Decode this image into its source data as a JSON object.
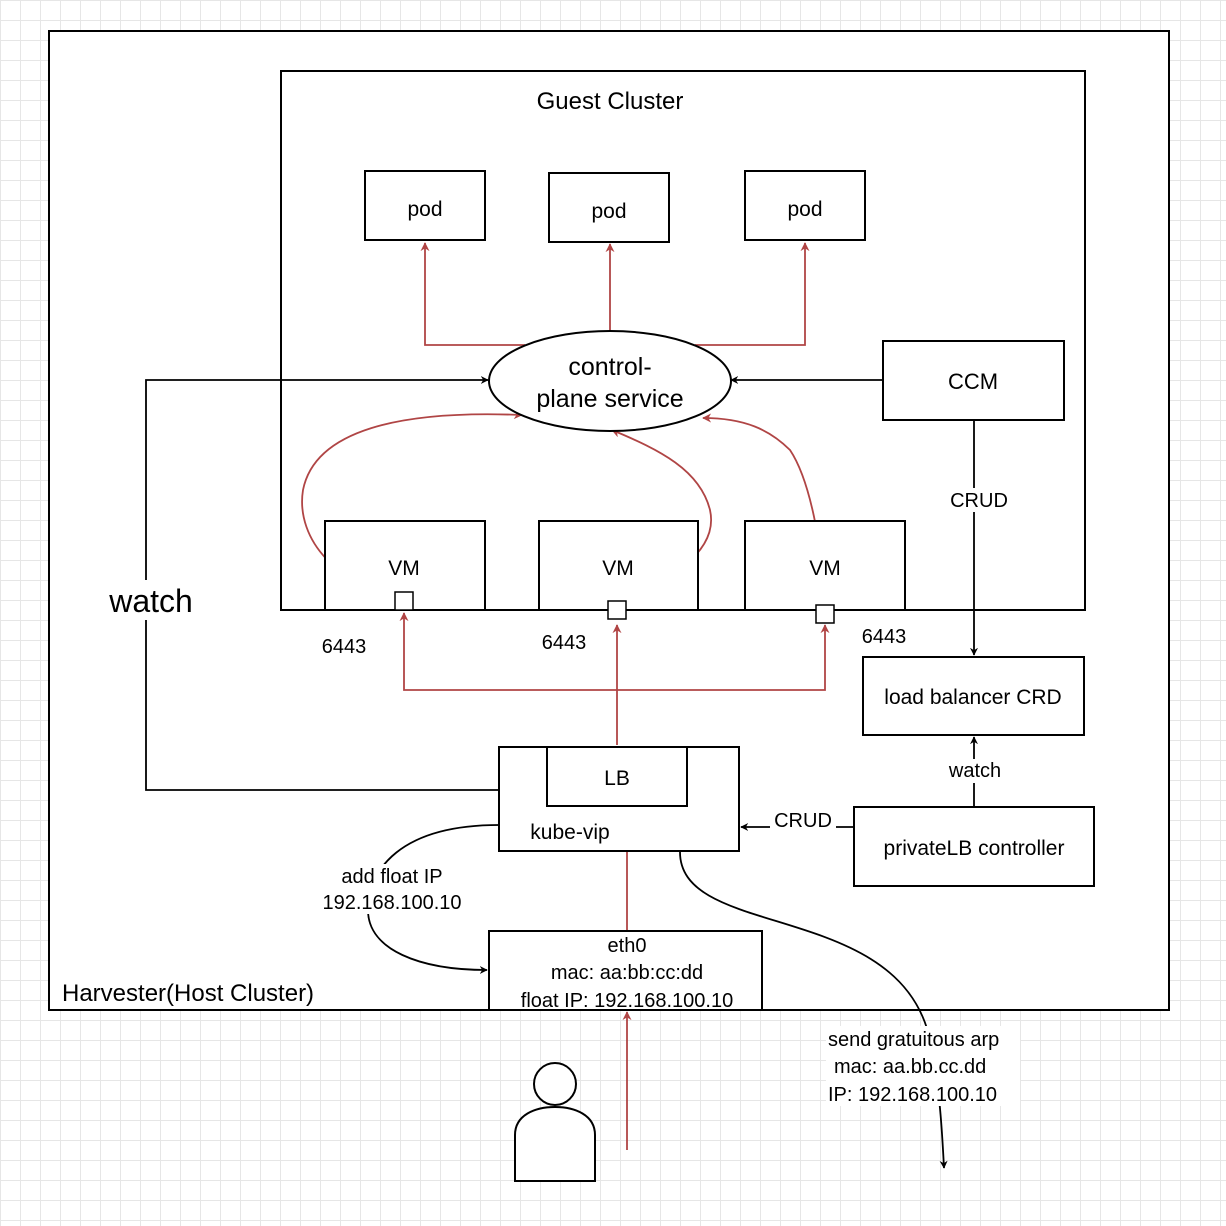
{
  "colors": {
    "flow_red": "#b04545",
    "line_black": "#000000",
    "grid": "#e6e6e6"
  },
  "host_cluster": {
    "label": "Harvester(Host Cluster)"
  },
  "guest_cluster": {
    "title": "Guest Cluster",
    "pods": [
      "pod",
      "pod",
      "pod"
    ],
    "control_plane": {
      "line1": "control-",
      "line2": "plane service"
    },
    "ccm": "CCM",
    "vms": [
      "VM",
      "VM",
      "VM"
    ]
  },
  "ports": [
    "6443",
    "6443",
    "6443"
  ],
  "load_balancer_crd": "load balancer CRD",
  "privatelb_controller": "privateLB controller",
  "kube_vip": {
    "lb_label": "LB",
    "label": "kube-vip"
  },
  "eth0": {
    "name": "eth0",
    "mac": "mac: aa:bb:cc:dd",
    "float_ip": "float IP: 192.168.100.10"
  },
  "edge_labels": {
    "watch_big": "watch",
    "crud_ccm": "CRUD",
    "watch_small": "watch",
    "crud_controller": "CRUD",
    "add_float_ip_1": "add float IP",
    "add_float_ip_2": "192.168.100.10",
    "garp_1": "send gratuitous arp",
    "garp_2": "mac: aa.bb.cc.dd",
    "garp_3": "IP: 192.168.100.10"
  },
  "user_icon": "user-icon"
}
